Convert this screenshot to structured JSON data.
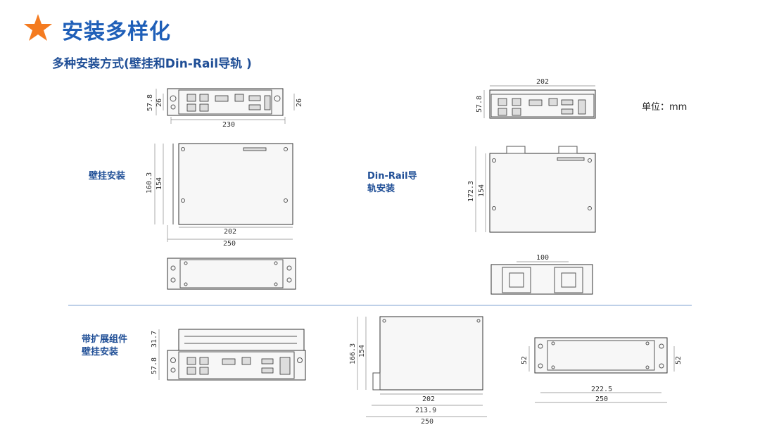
{
  "header": {
    "title": "安装多样化",
    "subtitle": "多种安装方式(壁挂和Din-Rail导轨 )",
    "star_color": "#f47b20",
    "title_color": "#1f5fb8"
  },
  "labels": {
    "wall_mount": "壁挂安装",
    "din_rail_line1": "Din-Rail导",
    "din_rail_line2": "轨安装",
    "expansion_line1": "带扩展组件",
    "expansion_line2": "壁挂安装",
    "unit": "单位：mm"
  },
  "dimensions": {
    "wall_front_height": "57.8",
    "wall_front_inner": "26",
    "wall_front_right": "26",
    "wall_front_width": "230",
    "wall_side_height": "160.3",
    "wall_side_inner": "154",
    "wall_side_w1": "202",
    "wall_side_w2": "250",
    "din_front_width": "202",
    "din_front_height": "57.8",
    "din_side_height": "172.3",
    "din_side_inner": "154",
    "din_bottom_width": "100",
    "exp_top_height": "31.7",
    "exp_front_height": "57.8",
    "exp_side_height": "166.3",
    "exp_side_inner": "154",
    "exp_side_w1": "202",
    "exp_side_w2": "213.9",
    "exp_side_w3": "250",
    "exp_plate_left": "52",
    "exp_plate_right": "52",
    "exp_plate_w1": "222.5",
    "exp_plate_w2": "250"
  }
}
